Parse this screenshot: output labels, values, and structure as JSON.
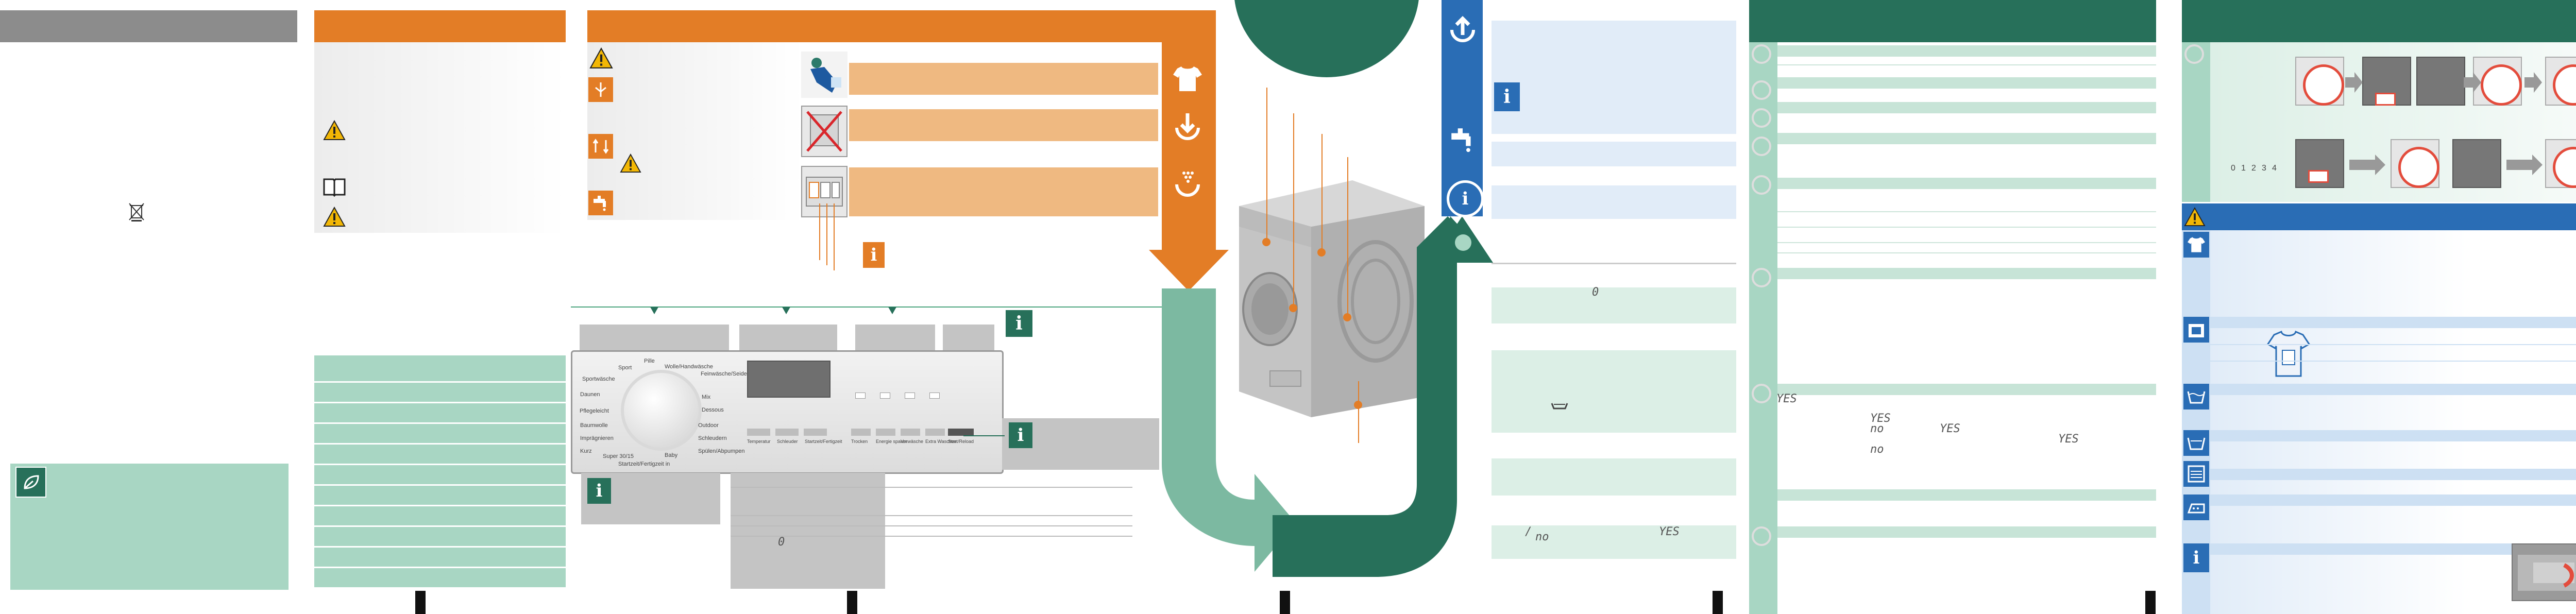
{
  "display": {
    "yes": "YES",
    "no": "no",
    "zero": "0",
    "slash": "/"
  },
  "panel": {
    "program_labels": [
      "Sport",
      "Pille",
      "Wolle/Handwäsche",
      "Sportwäsche",
      "Daunen",
      "Mix",
      "Dessous",
      "Feinwäsche/Seide",
      "Pflegeleicht",
      "Schleudern",
      "Spülen/Abpumpen",
      "Baumwolle",
      "Outdoor",
      "Imprägnieren",
      "Kurz",
      "Super 30/15",
      "Baby",
      "Startzeit/Fertigzeit in"
    ],
    "button_labels": [
      "Temperatur",
      "Schleuder",
      "Startzeit/Fertigzeit",
      "Trocken",
      "Energie sparen",
      "Vorwäsche",
      "Extra Waschen",
      "Start/Reload"
    ],
    "scale_labels": [
      "0",
      "1",
      "2",
      "3",
      "4"
    ]
  },
  "colors": {
    "orange": "#e37d26",
    "green": "#27705a",
    "light_green": "#a8d6c3",
    "blue": "#2a6db5",
    "light_orange": "#efb981"
  },
  "icons": [
    "warning-icon",
    "recycling-icon",
    "book-icon",
    "info-icon",
    "shirt-icon",
    "detergent-icon",
    "tap-icon",
    "eco-leaf-icon",
    "upload-icon",
    "download-icon"
  ]
}
